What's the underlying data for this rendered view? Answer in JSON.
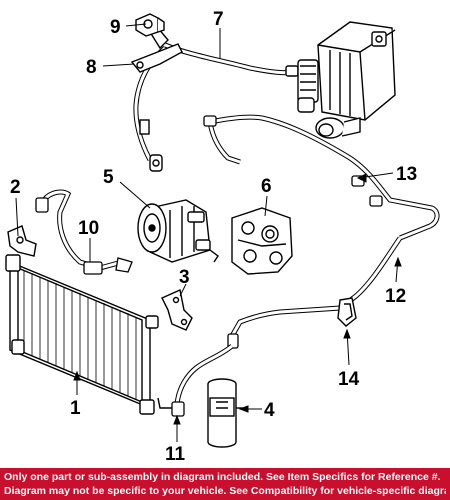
{
  "diagram": {
    "callouts": {
      "c1": "1",
      "c2": "2",
      "c3": "3",
      "c4": "4",
      "c5": "5",
      "c6": "6",
      "c7": "7",
      "c8": "8",
      "c9": "9",
      "c10": "10",
      "c11": "11",
      "c12": "12",
      "c13": "13",
      "c14": "14"
    }
  },
  "footer": {
    "line1": "Only one part or sub-assembly in diagram included. See Item Specifics for Reference #.",
    "line2": "Diagram may not be specific to your vehicle. See Compatibility for vehicle-specific diagrams."
  },
  "colors": {
    "footer_background": "#c8102e",
    "footer_text": "#ffffff",
    "line_art": "#000000"
  }
}
